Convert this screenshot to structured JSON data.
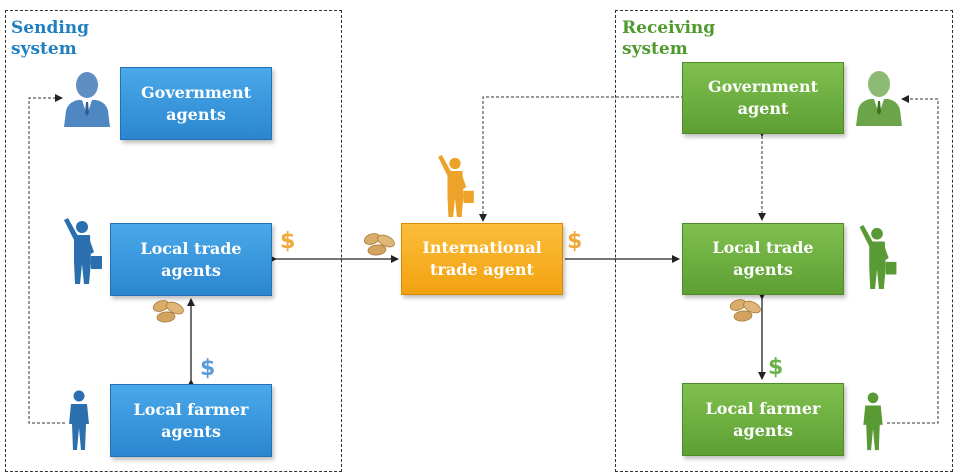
{
  "sending": {
    "title_line1": "Sending",
    "title_line2": "system",
    "government": "Government agents",
    "trade": "Local trade agents",
    "farmer": "Local farmer agents",
    "dollar": "$"
  },
  "international": {
    "label": "International trade agent",
    "dollar": "$"
  },
  "receiving": {
    "title_line1": "Receiving",
    "title_line2": "system",
    "government": "Government agent",
    "trade": "Local trade agents",
    "farmer": "Local farmer agents",
    "dollar": "$"
  },
  "colors": {
    "sending": "#2b86cf",
    "receiving": "#5e9f34",
    "international": "#f2a20f",
    "dollar_blue": "#5a9bd8",
    "dollar_orange": "#f0a83a",
    "dollar_green": "#6cb24a"
  },
  "icons": [
    "businessman-icon",
    "waving-trader-icon",
    "farmer-icon",
    "peanuts-icon"
  ]
}
